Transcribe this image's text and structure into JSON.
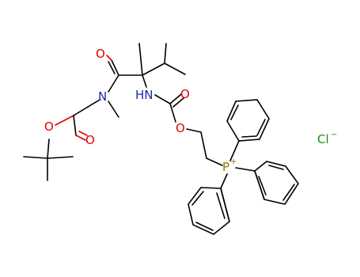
{
  "atoms": {
    "o_ester_single": "O",
    "o_ester_double": "O",
    "n_amide": "N",
    "o_amide": "O",
    "hn": "HN",
    "o_carbamate_double": "O",
    "o_carbamate_single": "O",
    "p": "P",
    "p_charge": "+",
    "cl": "Cl",
    "cl_charge": "−"
  },
  "colors": {
    "oxygen": "#e30000",
    "nitrogen": "#1e2aa8",
    "phosphorus": "#9a7a00",
    "chlorine": "#1a8a1a",
    "carbon": "#000000"
  }
}
